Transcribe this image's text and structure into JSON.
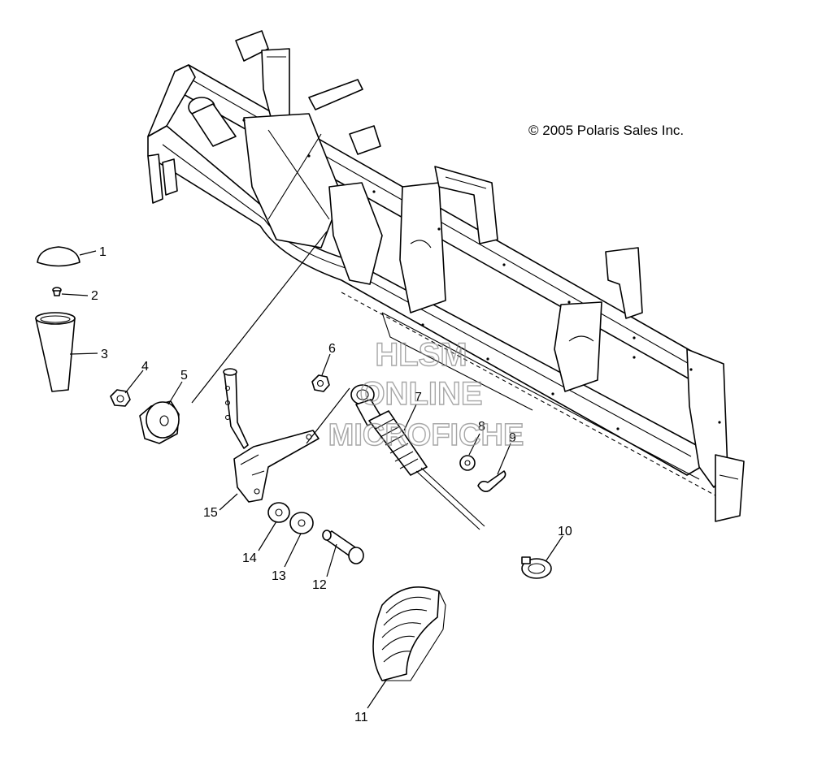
{
  "copyright": "© 2005 Polaris Sales Inc.",
  "watermark": {
    "line1": "HLSM",
    "line2": "ONLINE",
    "line3": "MICROFICHE"
  },
  "callouts": [
    "1",
    "2",
    "3",
    "4",
    "5",
    "6",
    "7",
    "8",
    "9",
    "10",
    "11",
    "12",
    "13",
    "14",
    "15"
  ]
}
